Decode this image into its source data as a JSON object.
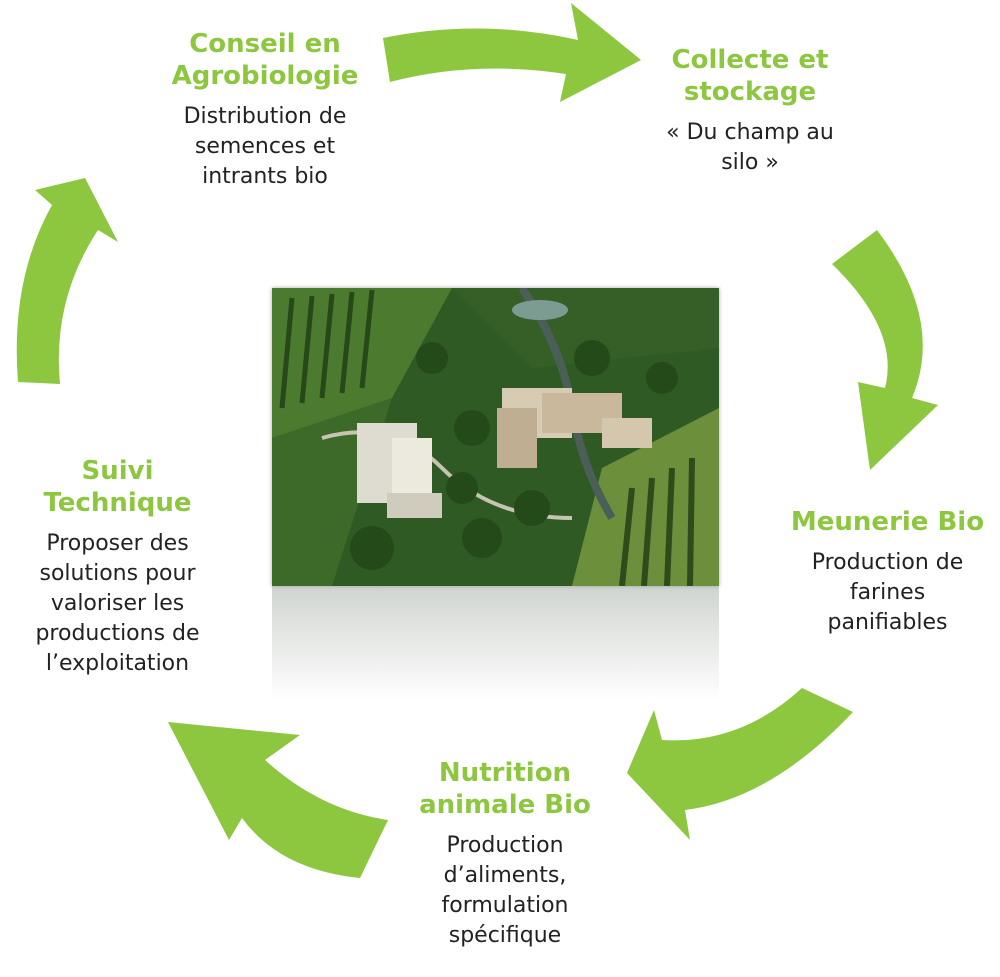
{
  "steps": {
    "conseil": {
      "title": "Conseil en\nAgrobiologie",
      "desc": "Distribution de\nsemences et\nintrants bio"
    },
    "collecte": {
      "title": "Collecte et\nstockage",
      "desc": "« Du champ au\nsilo »"
    },
    "meunerie": {
      "title": "Meunerie Bio",
      "desc": "Production de\nfarines\npanifiables"
    },
    "nutrition": {
      "title": "Nutrition\nanimale Bio",
      "desc": "Production\nd’aliments,\nformulation\nspécifique"
    },
    "suivi": {
      "title": "Suivi\nTechnique",
      "desc": "Proposer des\nsolutions pour\nvaloriser les\nproductions de\nl’exploitation"
    }
  },
  "colors": {
    "accent": "#8dc63f",
    "text": "#222222"
  },
  "photo": {
    "subject": "aerial photo of mill site"
  }
}
